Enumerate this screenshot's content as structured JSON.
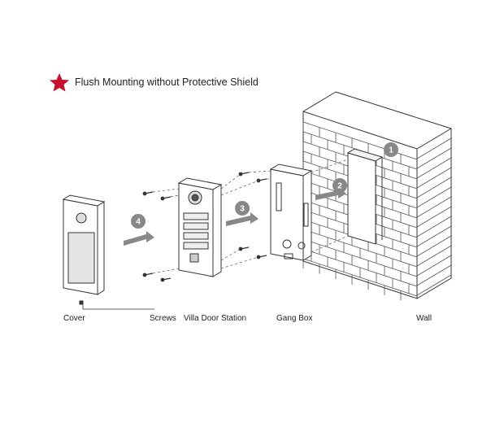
{
  "title": "Flush Mounting without Protective Shield",
  "colors": {
    "star": "#c8102e",
    "line": "#333333",
    "arrow": "#888888"
  },
  "icons": [
    "star-icon",
    "arrow-icon"
  ],
  "steps": [
    {
      "number": "1"
    },
    {
      "number": "2"
    },
    {
      "number": "3"
    },
    {
      "number": "4"
    }
  ],
  "labels": {
    "cover": "Cover",
    "screws": "Screws",
    "door_station": "Villa Door Station",
    "gang_box": "Gang Box",
    "wall": "Wall"
  }
}
